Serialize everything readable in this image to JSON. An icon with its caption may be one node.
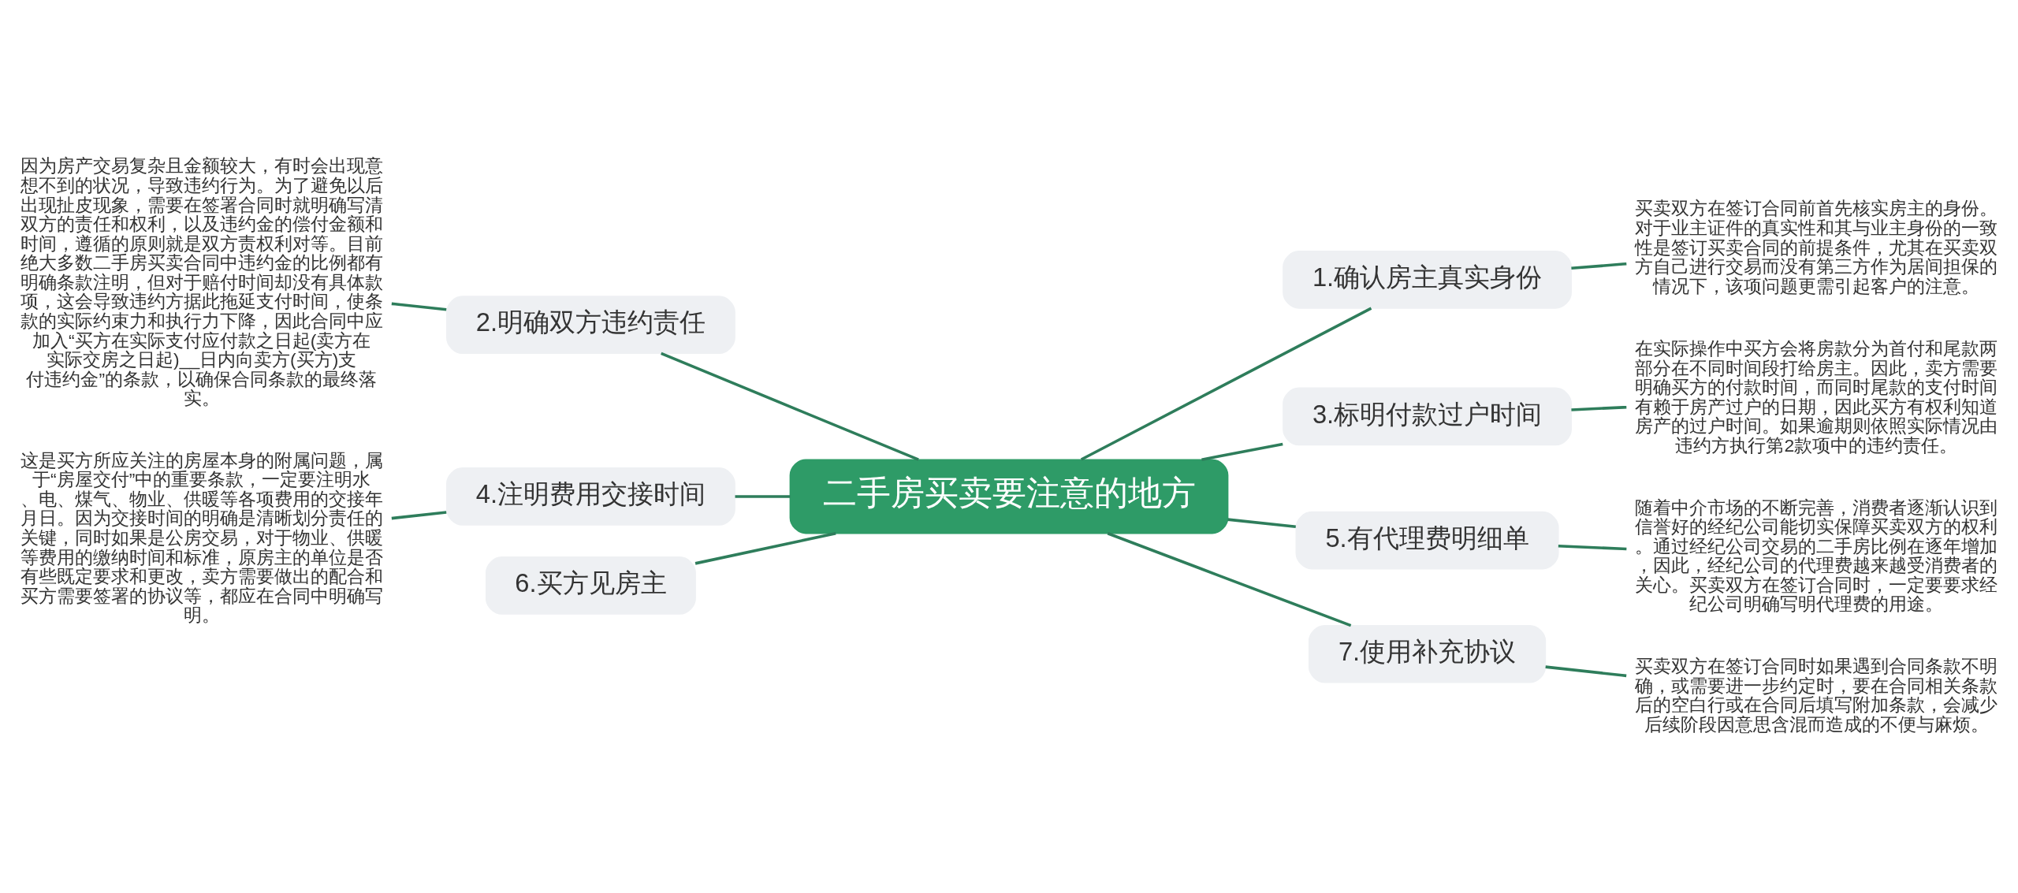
{
  "diagram": {
    "nodes": [
      {
        "text": [
          "二手房买卖要注意的地方"
        ]
      },
      {
        "text": [
          "1.确认房主真实身份"
        ]
      },
      {
        "text": [
          "买卖双方在签订合同前首先核实房主的身份。对于业主证件的真实性和其与业主身份的一致性是签订买卖合同的前提条件，尤其在买卖双方自己进行交易而没有第三方作为居间担保的情况下，该项问题更需引起客户的注意。"
        ]
      },
      {
        "text": [
          "2.明确双方违约责任"
        ]
      },
      {
        "text": [
          "因为房产交易复杂且金额较大，有时会出现意想不到的状况，导致违约行为。为了避免以后出现扯皮现象，需要在签署合同时就明确写清双方的责任和权利，以及违约金的偿付金额和时间，遵循的原则就是双方责权利对等。目前绝大多数二手房买卖合同中违约金的比例都有明确条款注明，但对于赔付时间却没有具体款项，这会导致违约方据此拖延支付时间，使条款的实际约束力和执行力下降，因此合同中应加入“买方在实际支付应付款之日起(卖方在实际交房之日起)__日内向卖方(买方)支付违约金”的条款，以确保合同条款的最终落实。"
        ]
      },
      {
        "text": [
          "3.标明付款过户时间"
        ]
      },
      {
        "text": [
          "在实际操作中买方会将房款分为首付和尾款两部分在不同时间段打给房主。因此，卖方需要明确买方的付款时间，而同时尾款的支付时间有赖于房产过户的日期，因此买方有权利知道房产的过户时间。如果逾期则依照实际情况由违约方执行第2款项中的违约责任。"
        ]
      },
      {
        "text": [
          "4.注明费用交接时间"
        ]
      },
      {
        "text": [
          "这是买方所应关注的房屋本身的附属问题，属于“房屋交付”中的重要条款，一定要注明水、电、煤气、物业、供暖等各项费用的交接年月日。因为交接时间的明确是清晰划分责任的关键，同时如果是公房交易，对于物业、供暖等费用的缴纳时间和标准，原房主的单位是否有些既定要求和更改，卖方需要做出的配合和买方需要签署的协议等，都应在合同中明确写明。"
        ]
      },
      {
        "text": [
          "5.有代理费明细单"
        ]
      },
      {
        "text": [
          "随着中介市场的不断完善，消费者逐渐认识到信誉好的经纪公司能切实保障买卖双方的权利。通过经纪公司交易的二手房比例在逐年增加，因此，经纪公司的代理费越来越受消费者的关心。买卖双方在签订合同时，一定要要求经纪公司明确写明代理费的用途。"
        ]
      },
      {
        "text": [
          "6.买方见房主"
        ]
      },
      {
        "text": [
          "7.使用补充协议"
        ]
      },
      {
        "text": [
          "买卖双方在签订合同时如果遇到合同条款不明确，或需要进一步约定时，要在合同相关条款后的空白行或在合同后填写附加条款，会减少后续阶段因意思含混而造成的不便与麻烦。"
        ]
      }
    ],
    "edges": [
      {
        "from": 0,
        "to": 1,
        "arrow": "none"
      },
      {
        "from": 1,
        "to": 2,
        "arrow": "none"
      },
      {
        "from": 3,
        "to": 0,
        "arrow": "none"
      },
      {
        "from": 4,
        "to": 3,
        "arrow": "none"
      },
      {
        "from": 0,
        "to": 5,
        "arrow": "none"
      },
      {
        "from": 5,
        "to": 6,
        "arrow": "none"
      },
      {
        "from": 7,
        "to": 0,
        "arrow": "none"
      },
      {
        "from": 8,
        "to": 7,
        "arrow": "none"
      },
      {
        "from": 0,
        "to": 9,
        "arrow": "none"
      },
      {
        "from": 9,
        "to": 10,
        "arrow": "none"
      },
      {
        "from": 11,
        "to": 0,
        "arrow": "none"
      },
      {
        "from": 0,
        "to": 12,
        "arrow": "none"
      },
      {
        "from": 12,
        "to": 13,
        "arrow": "none"
      }
    ]
  }
}
